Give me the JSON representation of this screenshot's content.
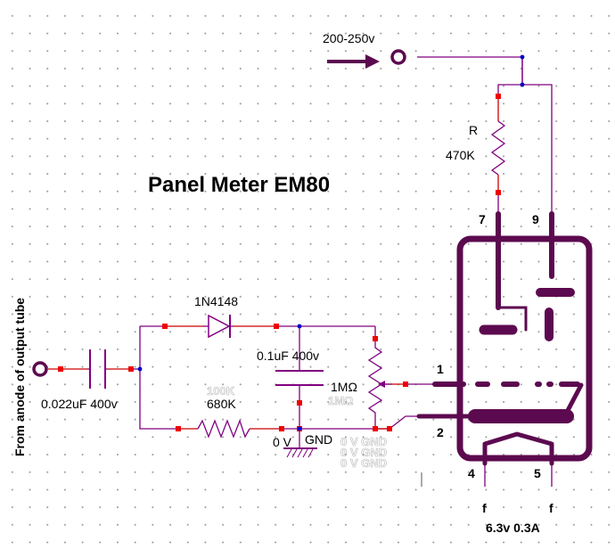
{
  "diagram": {
    "title": "Panel Meter EM80",
    "supply_label": "200-250v",
    "input_label": "From anode of output tube",
    "resistor_r": {
      "ref": "R",
      "value": "470K"
    },
    "coupling_capacitor": "0.022uF 400v",
    "diode": "1N4148",
    "filter_capacitor": "0.1uF 400v",
    "potentiometer": "1MΩ",
    "resistor_680k": "680K",
    "ground_voltage": "0 V",
    "ground_label": "GND",
    "pins": {
      "pin7": "7",
      "pin9": "9",
      "pin1": "1",
      "pin2": "2",
      "pin4": "4",
      "pin5": "5"
    },
    "heater": {
      "f_left": "f",
      "f_right": "f",
      "rating": "6.3v 0.3A"
    },
    "ghost_marks": {
      "res_ghost": "100K",
      "pot_ghost": "1MΩ",
      "gnd_ghost_1": "0 V  GND",
      "gnd_ghost_2": "0 V  GND",
      "gnd_ghost_3": "0 V  GND"
    },
    "colors": {
      "wire": "#800080",
      "terminal": "#cc0000",
      "junction": "#0000cc",
      "tube": "#5c0a4f"
    }
  }
}
